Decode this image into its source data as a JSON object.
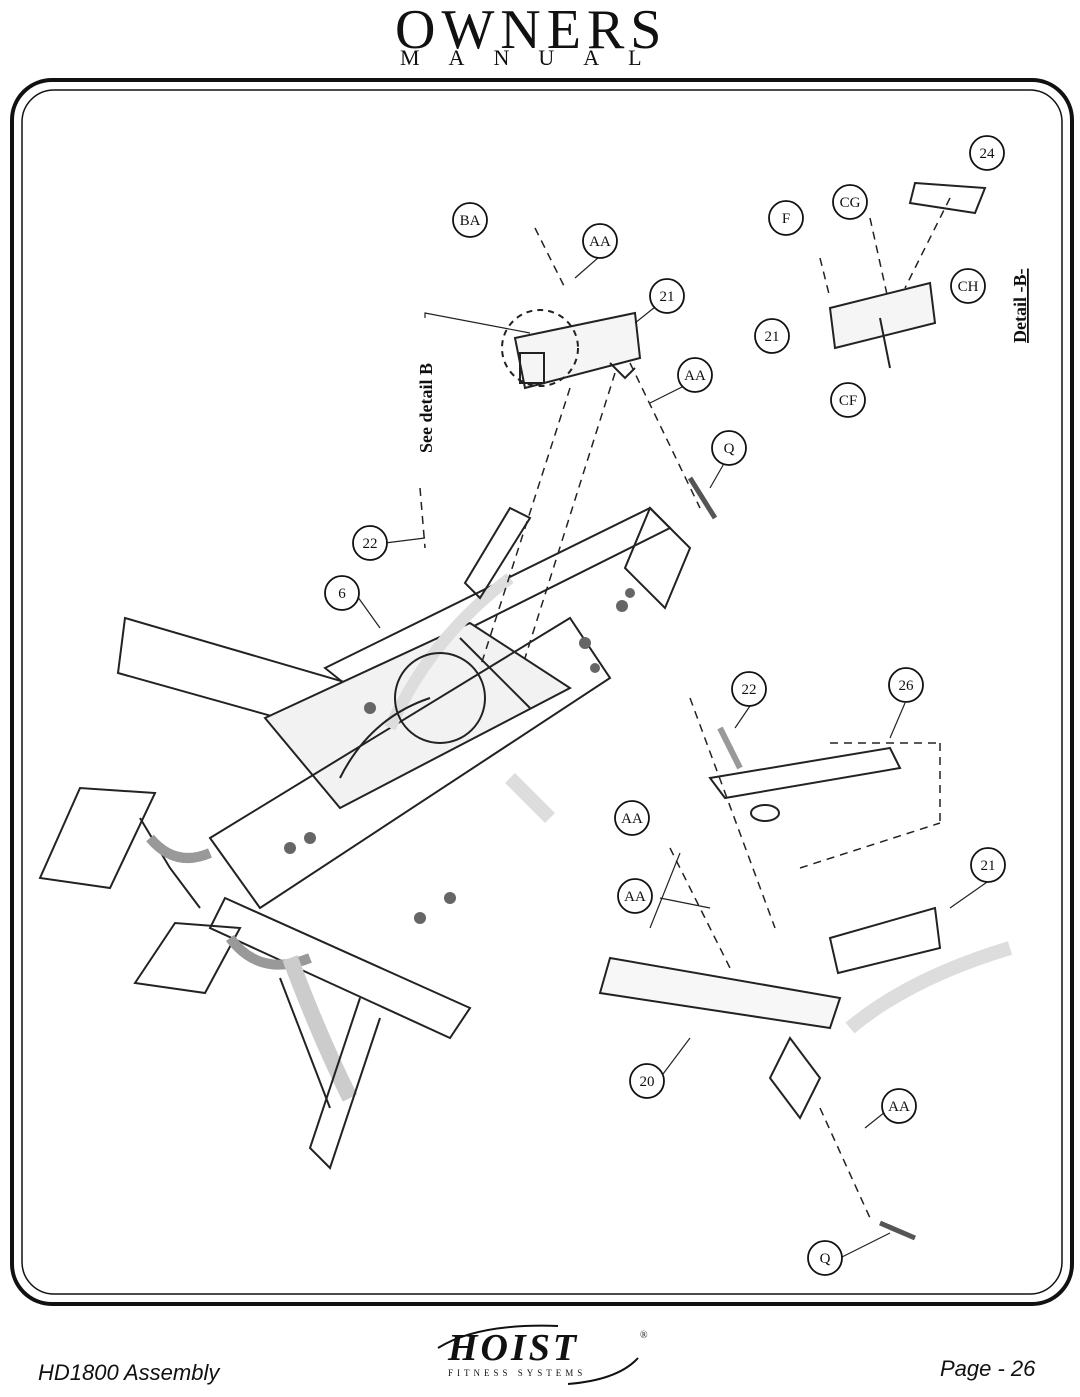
{
  "header": {
    "title": "OWNERS",
    "subtitle": "MANUAL"
  },
  "diagram": {
    "labels": {
      "see_detail": "See detail B",
      "detail_b": "Detail -B-"
    },
    "callouts": [
      "BA",
      "AA",
      "21",
      "AA",
      "Q",
      "22",
      "6",
      "F",
      "CG",
      "24",
      "CH",
      "21",
      "CF",
      "22",
      "26",
      "AA",
      "AA",
      "21",
      "20",
      "AA",
      "Q"
    ]
  },
  "footer": {
    "model": "HD1800 Assembly",
    "page": "Page - 26",
    "logo_text": "HOIST",
    "logo_sub": "FITNESS SYSTEMS"
  }
}
